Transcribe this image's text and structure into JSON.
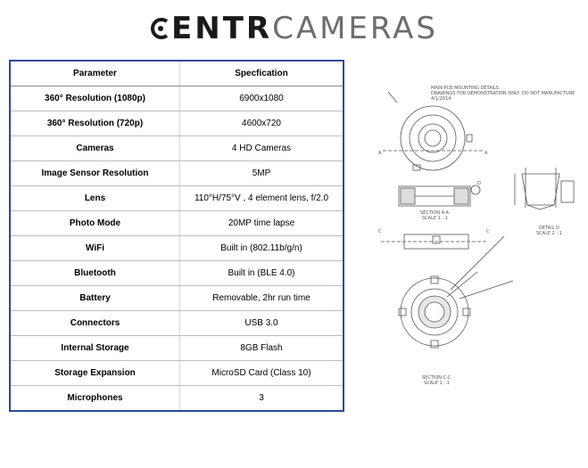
{
  "logo": {
    "bold": "ENTR",
    "light": "CAMERAS"
  },
  "table": {
    "header": {
      "parameter": "Parameter",
      "specification": "Specfication"
    },
    "rows": [
      {
        "parameter": "360° Resolution (1080p)",
        "value": "6900x1080"
      },
      {
        "parameter": "360° Resolution (720p)",
        "value": "4600x720"
      },
      {
        "parameter": "Cameras",
        "value": "4 HD Cameras"
      },
      {
        "parameter": "Image Sensor Resolution",
        "value": "5MP"
      },
      {
        "parameter": "Lens",
        "value": "110°H/75°V , 4 element lens, f/2.0"
      },
      {
        "parameter": "Photo Mode",
        "value": "20MP time lapse"
      },
      {
        "parameter": "WiFi",
        "value": "Built in (802.11b/g/n)"
      },
      {
        "parameter": "Bluetooth",
        "value": "Built in (BLE 4.0)"
      },
      {
        "parameter": "Battery",
        "value": "Removable, 2hr run time"
      },
      {
        "parameter": "Connectors",
        "value": "USB 3.0"
      },
      {
        "parameter": "Internal Storage",
        "value": "8GB Flash"
      },
      {
        "parameter": "Storage Expansion",
        "value": "MicroSD Card (Class 10)"
      },
      {
        "parameter": "Microphones",
        "value": "3"
      }
    ]
  },
  "drawing": {
    "note_1": "MAIN PCB MOUNTING DETAILS",
    "note_2": "DRAWINGS FOR DEMONSTRATION ONLY- DO NOT MANUFACTURE",
    "note_3": "4/1/2014",
    "section_aa": "SECTION A-A",
    "section_aa_scale": "SCALE 1 : 1",
    "detail_d": "DETAIL D",
    "detail_d_scale": "SCALE 2 : 1",
    "section_cc": "SECTION C-C",
    "section_cc_scale": "SCALE 1 : 1",
    "label_a": "A",
    "label_c": "C",
    "label_d": "D"
  }
}
